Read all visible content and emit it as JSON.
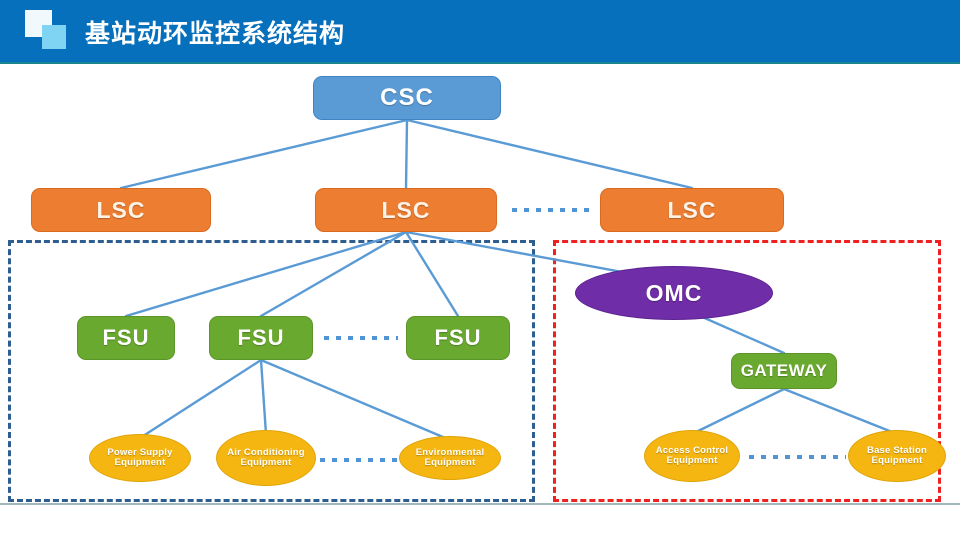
{
  "header": {
    "title": "基站动环监控系统结构",
    "logo_icon": "two-squares-logo-icon",
    "background_color": "#0670bd",
    "underline_color": "#19868f"
  },
  "diagram": {
    "nodes": {
      "csc": {
        "label": "CSC",
        "shape": "rounded-rect",
        "color": "#5b9bd5"
      },
      "lsc_left": {
        "label": "LSC",
        "shape": "rounded-rect",
        "color": "#ed7d31"
      },
      "lsc_center": {
        "label": "LSC",
        "shape": "rounded-rect",
        "color": "#ed7d31"
      },
      "lsc_right": {
        "label": "LSC",
        "shape": "rounded-rect",
        "color": "#ed7d31"
      },
      "fsu_left": {
        "label": "FSU",
        "shape": "rounded-rect",
        "color": "#6aa92f"
      },
      "fsu_center": {
        "label": "FSU",
        "shape": "rounded-rect",
        "color": "#6aa92f"
      },
      "fsu_right": {
        "label": "FSU",
        "shape": "rounded-rect",
        "color": "#6aa92f"
      },
      "omc": {
        "label": "OMC",
        "shape": "ellipse",
        "color": "#6f2da8"
      },
      "gateway": {
        "label": "GATEWAY",
        "shape": "rounded-rect",
        "color": "#6aa92f"
      },
      "power_supply": {
        "label": "Power Supply Equipment",
        "shape": "ellipse",
        "color": "#f5b612"
      },
      "air_conditioning": {
        "label": "Air Conditioning Equipment",
        "shape": "ellipse",
        "color": "#f5b612"
      },
      "environmental": {
        "label": "Environmental Equipment",
        "shape": "ellipse",
        "color": "#f5b612"
      },
      "access_control": {
        "label": "Access Control Equipment",
        "shape": "ellipse",
        "color": "#f5b612"
      },
      "base_station": {
        "label": "Base Station Equipment",
        "shape": "ellipse",
        "color": "#f5b612"
      }
    },
    "regions": {
      "left_group": {
        "border_style": "dashed",
        "border_color": "#2e5d8f"
      },
      "right_group": {
        "border_style": "dashed",
        "border_color": "#ef2020"
      }
    },
    "connector_color": "#5b9bd5",
    "dotted_connector_color": "#4f94d4"
  }
}
